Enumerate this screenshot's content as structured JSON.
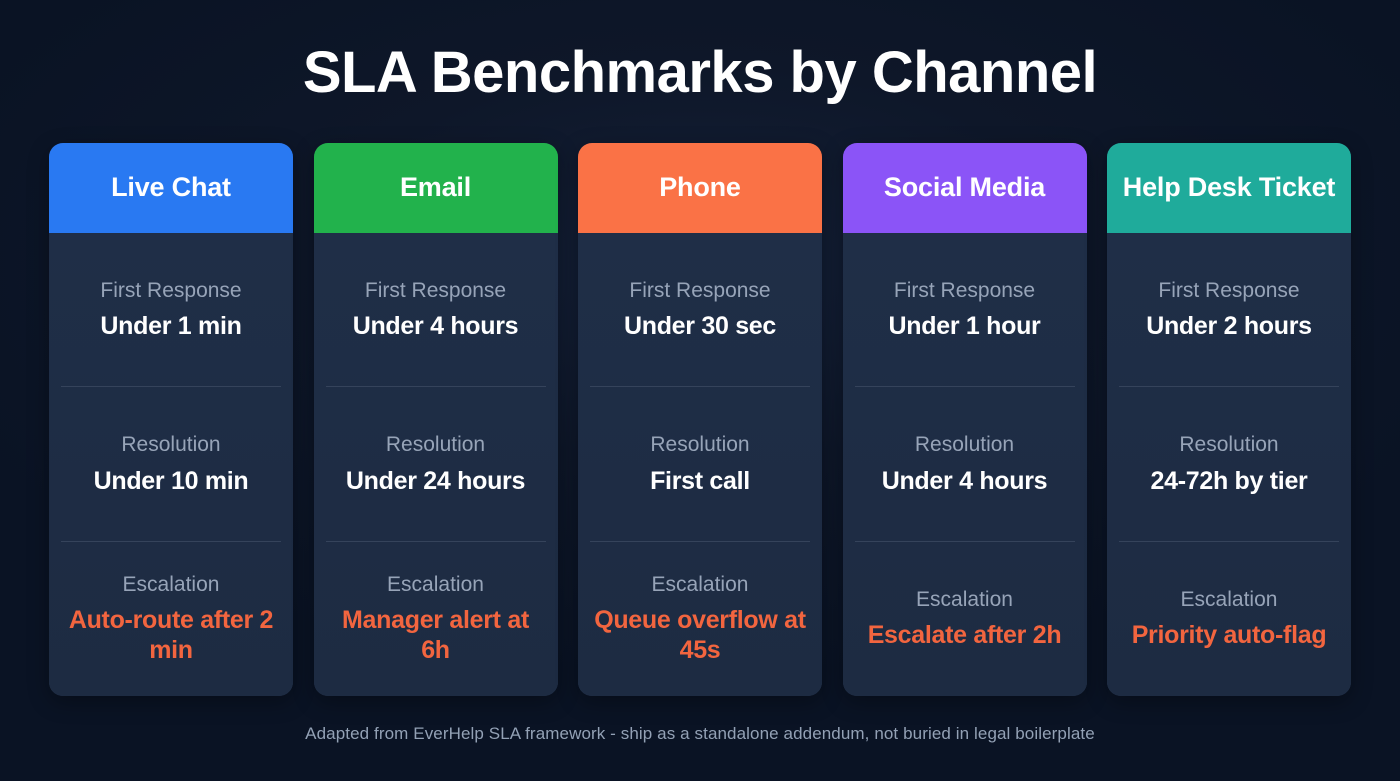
{
  "page": {
    "title": "SLA Benchmarks by Channel",
    "footer_note": "Adapted from EverHelp SLA framework - ship as a standalone addendum, not buried in legal boilerplate",
    "background_color": "#0a1324",
    "card_body_color": "#1e2c44",
    "divider_color": "#35435b",
    "label_color": "#97a4b8",
    "value_color": "#ffffff",
    "escalation_color": "#f2653f"
  },
  "row_labels": {
    "first_response": "First Response",
    "resolution": "Resolution",
    "escalation": "Escalation"
  },
  "cards": [
    {
      "channel": "Live Chat",
      "header_color": "#2979f2",
      "first_response": "Under 1 min",
      "resolution": "Under 10 min",
      "escalation": "Auto-route after 2 min"
    },
    {
      "channel": "Email",
      "header_color": "#22b24c",
      "first_response": "Under 4 hours",
      "resolution": "Under 24 hours",
      "escalation": "Manager alert at 6h"
    },
    {
      "channel": "Phone",
      "header_color": "#fa7246",
      "first_response": "Under 30 sec",
      "resolution": "First call",
      "escalation": "Queue overflow at 45s"
    },
    {
      "channel": "Social Media",
      "header_color": "#8b54f7",
      "first_response": "Under 1 hour",
      "resolution": "Under 4 hours",
      "escalation": "Escalate after 2h"
    },
    {
      "channel": "Help Desk Ticket",
      "header_color": "#1fab9b",
      "first_response": "Under 2 hours",
      "resolution": "24-72h by tier",
      "escalation": "Priority auto-flag"
    }
  ]
}
